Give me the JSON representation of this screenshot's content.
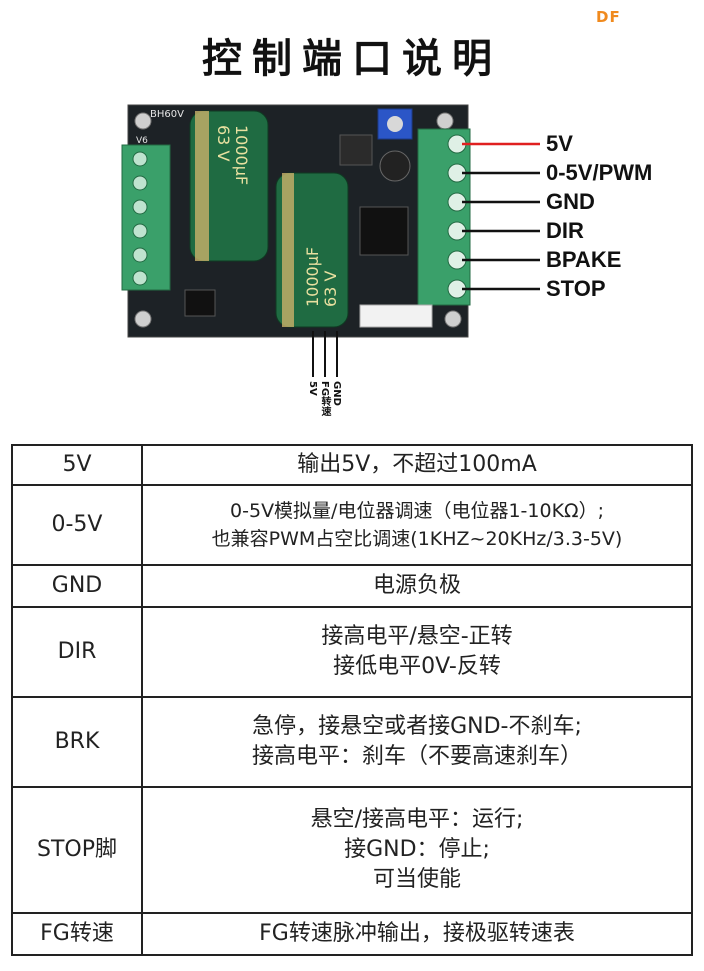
{
  "brand": "DF",
  "title": "控制端口说明",
  "board": {
    "model_text": "BH60V",
    "side_text": "V6",
    "cap_left": {
      "line1": "1000μF",
      "line2": "63 V"
    },
    "cap_right": {
      "line1": "1000μF",
      "line2": "63 V"
    },
    "pin_labels": [
      "5V",
      "0-5V/PWM",
      "GND",
      "DIR",
      "BPAKE",
      "STOP"
    ],
    "bottom_labels": [
      "5V",
      "FG转速",
      "GND"
    ]
  },
  "table": {
    "rows": [
      {
        "key": "5V",
        "lines": [
          "输出5V，不超过100mA"
        ]
      },
      {
        "key": "0-5V",
        "lines": [
          "0-5V模拟量/电位器调速（电位器1-10KΩ）;",
          "也兼容PWM占空比调速(1KHZ~20KHz/3.3-5V)"
        ]
      },
      {
        "key": "GND",
        "lines": [
          "电源负极"
        ]
      },
      {
        "key": "DIR",
        "lines": [
          "接高电平/悬空-正转",
          "接低电平0V-反转"
        ]
      },
      {
        "key": "BRK",
        "lines": [
          "急停，接悬空或者接GND-不刹车;",
          "接高电平：刹车（不要高速刹车）"
        ]
      },
      {
        "key": "STOP脚",
        "lines": [
          "悬空/接高电平：运行;",
          "接GND：停止;",
          "可当使能"
        ]
      },
      {
        "key": "FG转速",
        "lines": [
          "FG转速脉冲输出，接极驱转速表"
        ]
      }
    ]
  }
}
